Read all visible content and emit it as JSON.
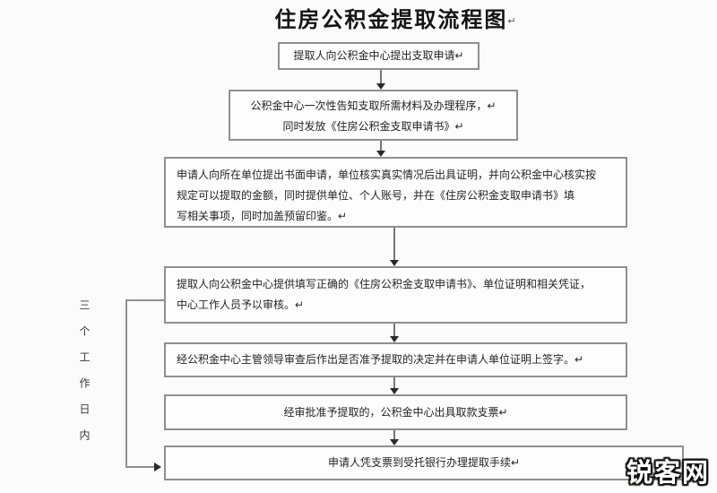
{
  "title": "住房公积金提取流程图",
  "marks": {
    "paragraph": "↵"
  },
  "steps": {
    "step1": {
      "line1": "提取人向公积金中心提出支取申请↵"
    },
    "step2": {
      "line1": "公积金中心一次性告知支取所需材料及办理程序，↵",
      "line2": "同时发放《住房公积金支取申请书》↵"
    },
    "step3": {
      "line1": "申请人向所在单位提出书面申请，单位核实真实情况后出具证明，并向公积金中心核实按",
      "line2": "规定可以提取的金额，同时提供单位、个人账号，并在《住房公积金支取申请书》填",
      "line3": "写相关事项，同时加盖预留印鉴。↵"
    },
    "step4": {
      "line1": "提取人向公积金中心提供填写正确的《住房公积金支取申请书》、单位证明和相关凭证，",
      "line2": "中心工作人员予以审核。↵"
    },
    "step5": {
      "line1": "经公积金中心主管领导审查后作出是否准予提取的决定并在申请人单位证明上签字。↵"
    },
    "step6": {
      "line1": "经审批准予提取的，公积金中心出具取款支票↵"
    },
    "step7": {
      "line1": "申请人凭支票到受托银行办理提取手续↵"
    }
  },
  "side_label": "三个工作日内",
  "watermark": "锐客网",
  "colors": {
    "box_border": "#8f8f8f",
    "text": "#242424",
    "arrow": "#2a2a2a",
    "watermark_stroke": "#cf6b17",
    "watermark_fill": "#ffffff",
    "background": "#fbfbfb"
  }
}
